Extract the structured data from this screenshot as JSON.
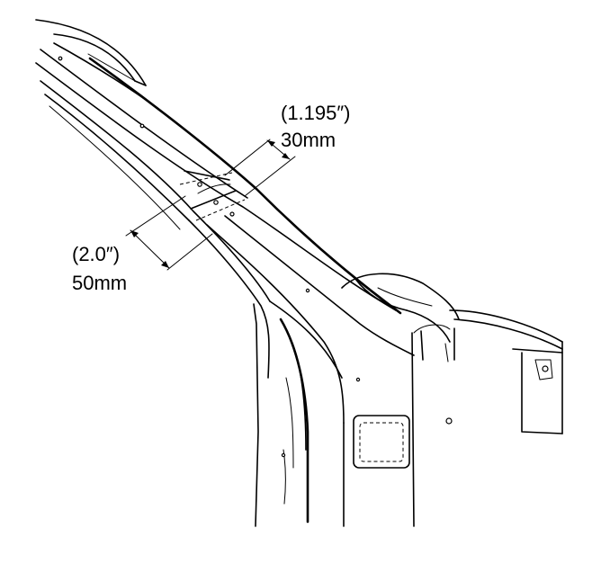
{
  "dimensions": {
    "upper": {
      "inches": "(1.195″)",
      "metric": "30mm"
    },
    "lower": {
      "inches": "(2.0″)",
      "metric": "50mm"
    }
  },
  "colors": {
    "line": "#000000",
    "background": "#ffffff"
  }
}
